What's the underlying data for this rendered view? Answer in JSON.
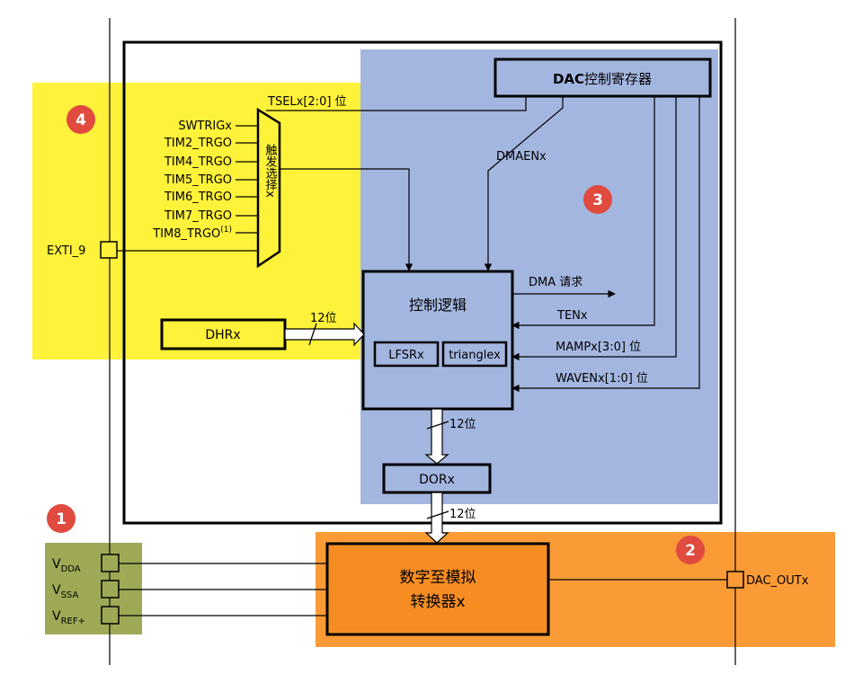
{
  "badges": {
    "one": "1",
    "two": "2",
    "three": "3",
    "four": "4"
  },
  "blocks": {
    "dac_control_register_bold": "DAC",
    "dac_control_register_rest": "控制寄存器",
    "control_logic": "控制逻辑",
    "lfsr": "LFSRx",
    "triangle": "trianglex",
    "dhr": "DHRx",
    "dor": "DORx",
    "converter_line1": "数字至模拟",
    "converter_line2": "转换器x",
    "mux": "触发选择x"
  },
  "signals": {
    "tsel": "TSELx[2:0] 位",
    "dmaen": "DMAENx",
    "dma_request": "DMA 请求",
    "ten": "TENx",
    "mamp": "MAMPx[3:0] 位",
    "waven": "WAVENx[1:0] 位",
    "bits12_dhr": "12位",
    "bits12_logic": "12位",
    "bits12_dor": "12位"
  },
  "triggers": {
    "swtrig": "SWTRIGx",
    "tim2": "TIM2_TRGO",
    "tim4": "TIM4_TRGO",
    "tim5": "TIM5_TRGO",
    "tim6": "TIM6_TRGO",
    "tim7": "TIM7_TRGO",
    "tim8": "TIM8_TRGO",
    "tim8_sup": "(1)"
  },
  "pins": {
    "exti": "EXTI_9",
    "vdda_main": "V",
    "vdda_sub": "DDA",
    "vssa_main": "V",
    "vssa_sub": "SSA",
    "vref_main": "V",
    "vref_sub": "REF+",
    "dac_out": "DAC_OUTx"
  },
  "colors": {
    "yellow_region": "#fff23a",
    "blue_region": "#a3b6df",
    "orange_region": "#fb9b36",
    "orange_block": "#f68d23",
    "green_region": "#9fa955",
    "badge_red": "#e04a3f"
  }
}
